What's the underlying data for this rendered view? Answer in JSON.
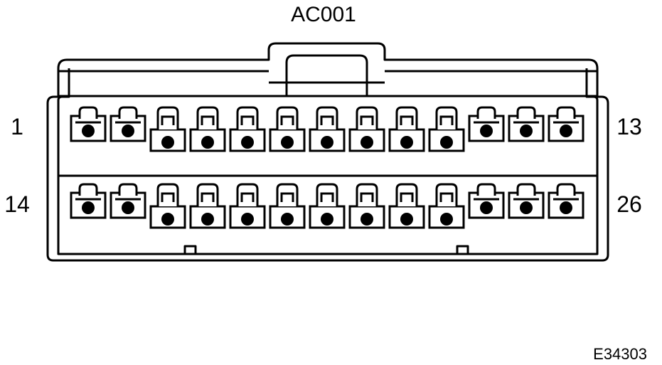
{
  "connector": {
    "id": "AC001",
    "pin_labels": {
      "row1_start": "1",
      "row1_end": "13",
      "row2_start": "14",
      "row2_end": "26"
    },
    "rows": [
      {
        "pins": [
          {
            "number": 1,
            "style": "short"
          },
          {
            "number": 2,
            "style": "short"
          },
          {
            "number": 3,
            "style": "tall"
          },
          {
            "number": 4,
            "style": "tall"
          },
          {
            "number": 5,
            "style": "tall"
          },
          {
            "number": 6,
            "style": "tall"
          },
          {
            "number": 7,
            "style": "tall"
          },
          {
            "number": 8,
            "style": "tall"
          },
          {
            "number": 9,
            "style": "tall"
          },
          {
            "number": 10,
            "style": "tall"
          },
          {
            "number": 11,
            "style": "short"
          },
          {
            "number": 12,
            "style": "short"
          },
          {
            "number": 13,
            "style": "short"
          }
        ]
      },
      {
        "pins": [
          {
            "number": 14,
            "style": "short"
          },
          {
            "number": 15,
            "style": "short"
          },
          {
            "number": 16,
            "style": "tall"
          },
          {
            "number": 17,
            "style": "tall"
          },
          {
            "number": 18,
            "style": "tall"
          },
          {
            "number": 19,
            "style": "tall"
          },
          {
            "number": 20,
            "style": "tall"
          },
          {
            "number": 21,
            "style": "tall"
          },
          {
            "number": 22,
            "style": "tall"
          },
          {
            "number": 23,
            "style": "tall"
          },
          {
            "number": 24,
            "style": "short"
          },
          {
            "number": 25,
            "style": "short"
          },
          {
            "number": 26,
            "style": "short"
          }
        ]
      }
    ]
  },
  "figure_code": "E34303",
  "colors": {
    "stroke": "#000000",
    "fill": "#ffffff"
  }
}
